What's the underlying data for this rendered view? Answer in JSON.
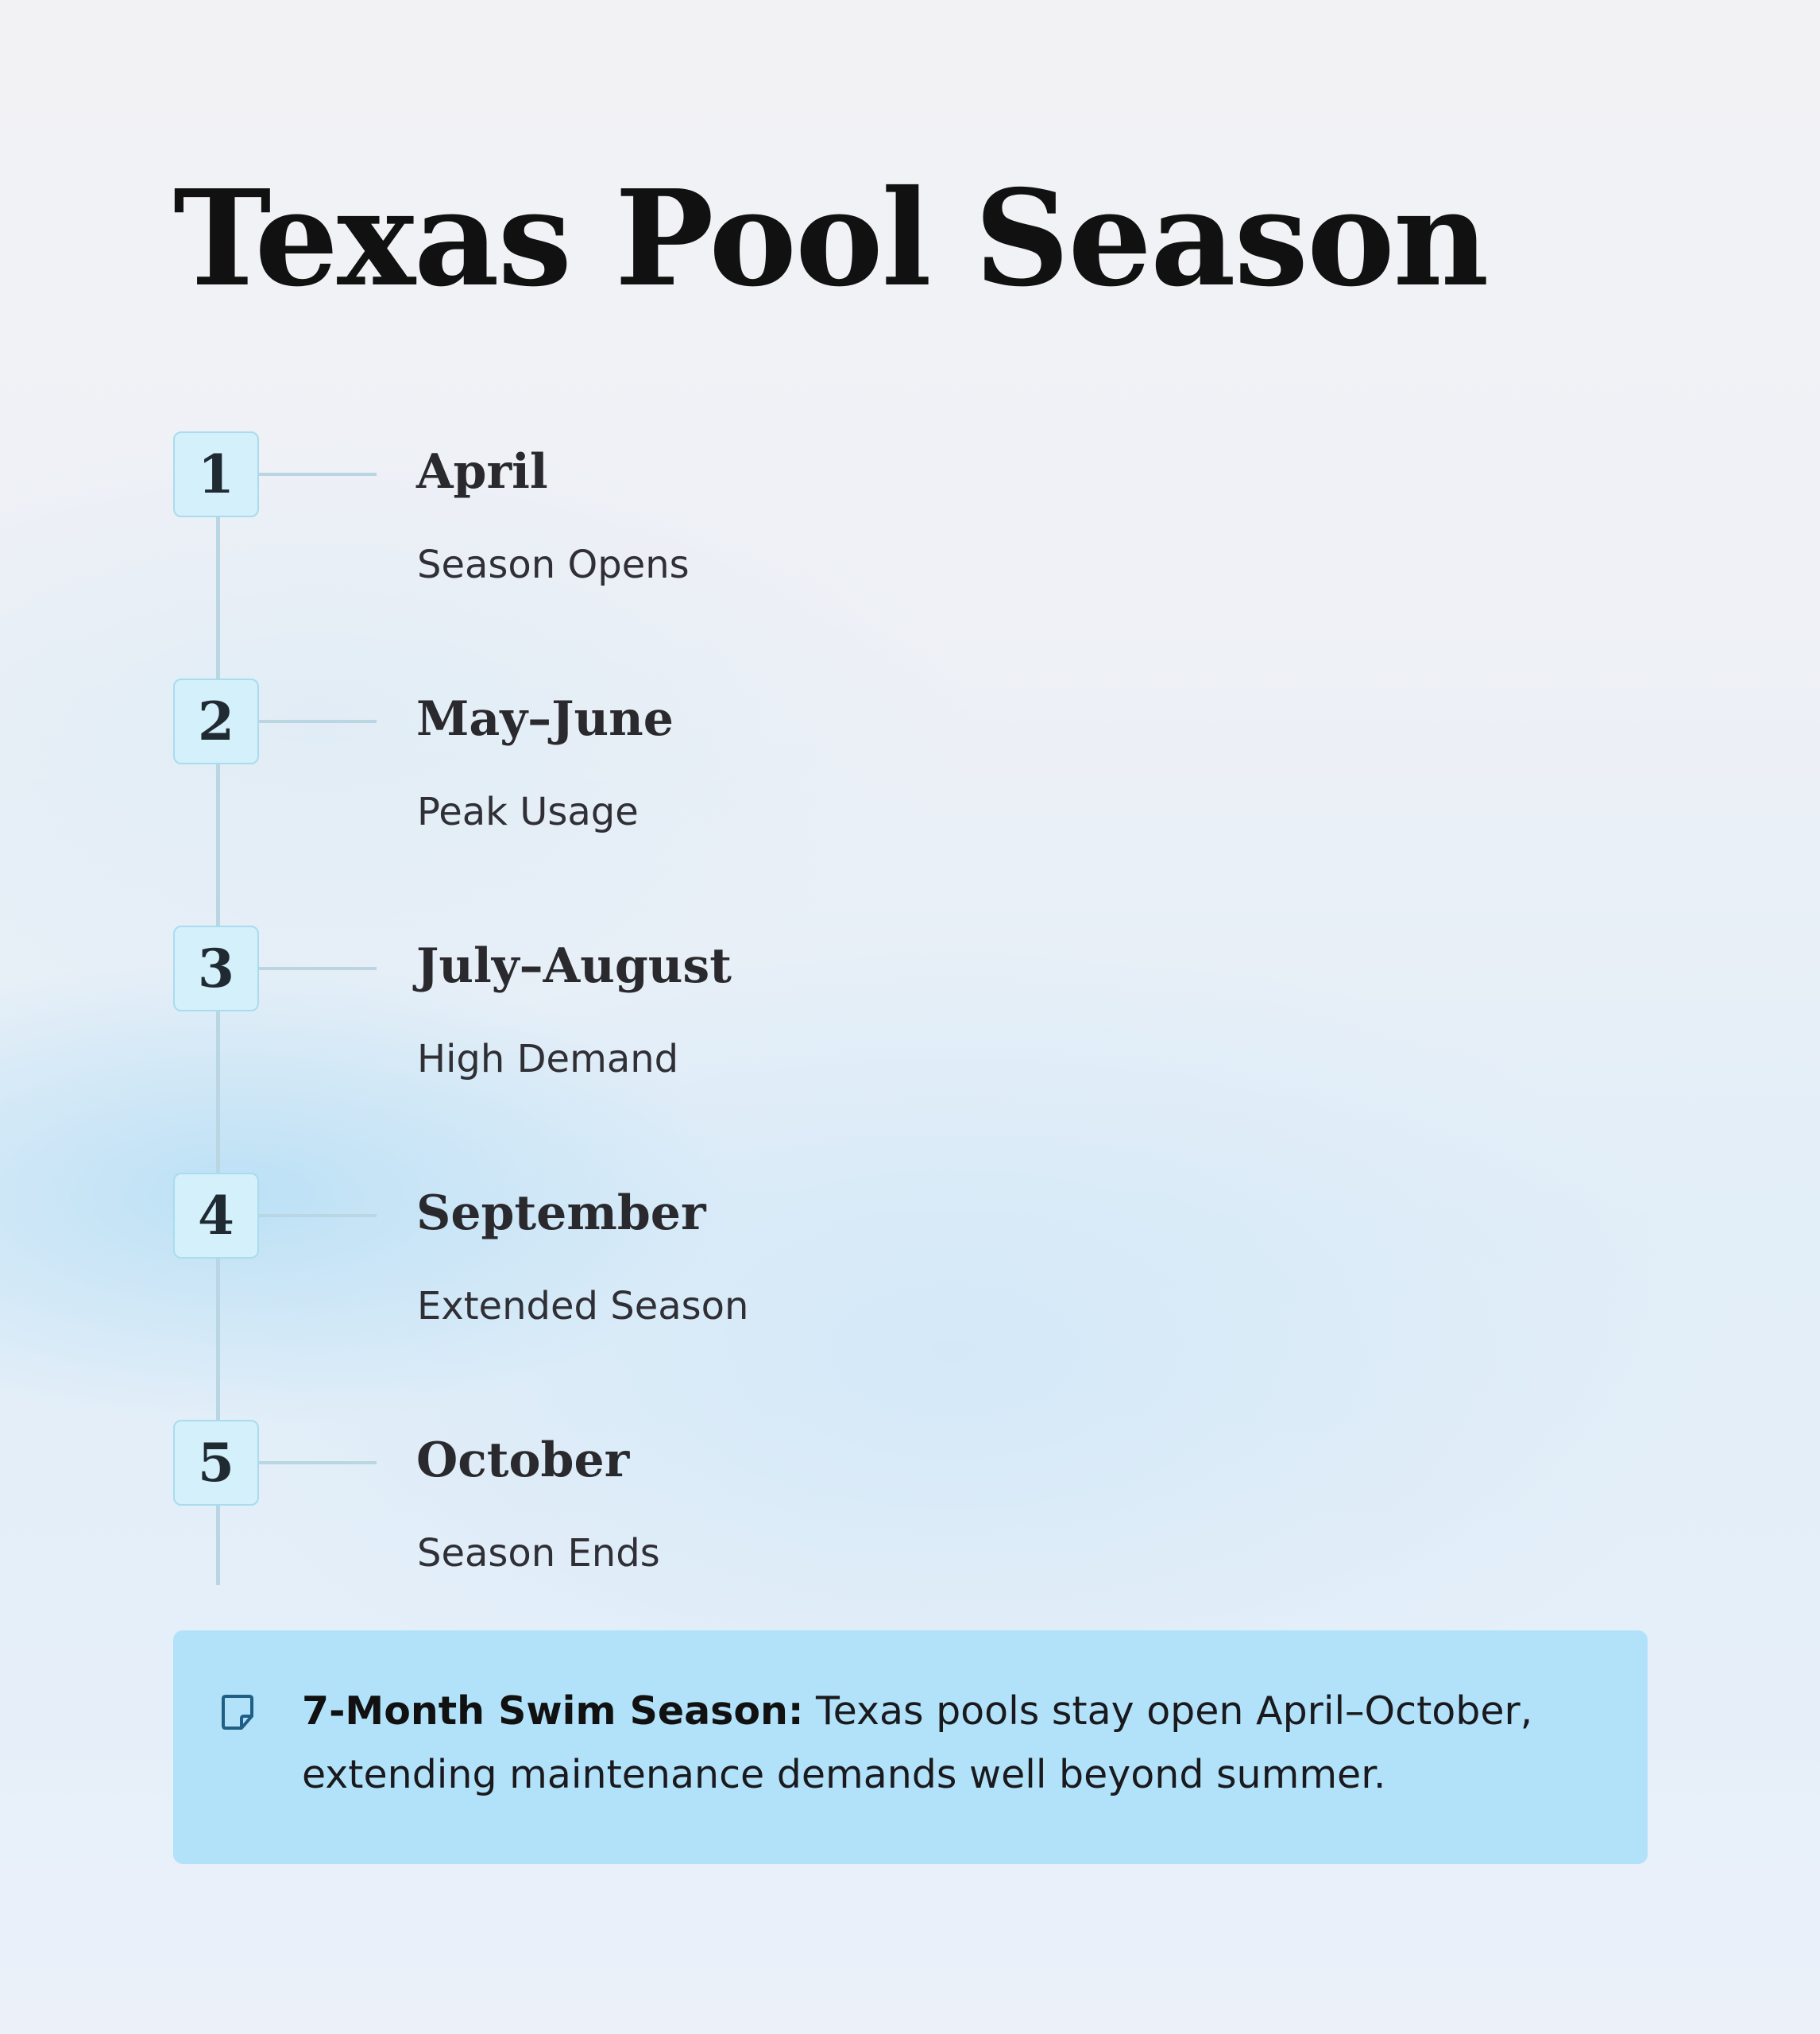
{
  "title": "Texas Pool Season",
  "steps": [
    {
      "number": "1",
      "title": "April",
      "subtitle": "Season Opens"
    },
    {
      "number": "2",
      "title": "May–June",
      "subtitle": "Peak Usage"
    },
    {
      "number": "3",
      "title": "July–August",
      "subtitle": "High Demand"
    },
    {
      "number": "4",
      "title": "September",
      "subtitle": "Extended Season"
    },
    {
      "number": "5",
      "title": "October",
      "subtitle": "Season Ends"
    }
  ],
  "callout": {
    "icon": "note-icon",
    "label": "7-Month Swim Season:",
    "text": " Texas pools stay open April–October, extending maintenance demands well beyond summer."
  },
  "colors": {
    "badge_fill": "#d3f0fb",
    "badge_border": "#a9dcef",
    "rail": "#b9d6e2",
    "callout_fill": "#b2e2f9",
    "icon_stroke": "#1f5f85"
  }
}
